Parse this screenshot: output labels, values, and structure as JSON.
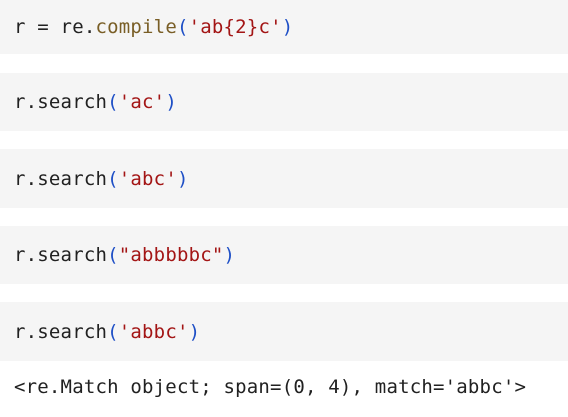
{
  "cells": [
    {
      "prefix": "r = re.",
      "func": "compile",
      "open": "(",
      "arg": "'ab{2}c'",
      "close": ")"
    },
    {
      "prefix": "r.search",
      "open": "(",
      "arg": "'ac'",
      "close": ")"
    },
    {
      "prefix": "r.search",
      "open": "(",
      "arg": "'abc'",
      "close": ")"
    },
    {
      "prefix": "r.search",
      "open": "(",
      "arg": "\"abbbbbc\"",
      "close": ")"
    },
    {
      "prefix": "r.search",
      "open": "(",
      "arg": "'abbc'",
      "close": ")"
    }
  ],
  "output": "<re.Match object; span=(0, 4), match='abbc'>",
  "colors": {
    "cell_background": "#f5f5f5",
    "function": "#795e26",
    "paren": "#1e4fc6",
    "string": "#a31515",
    "text": "#212121"
  }
}
